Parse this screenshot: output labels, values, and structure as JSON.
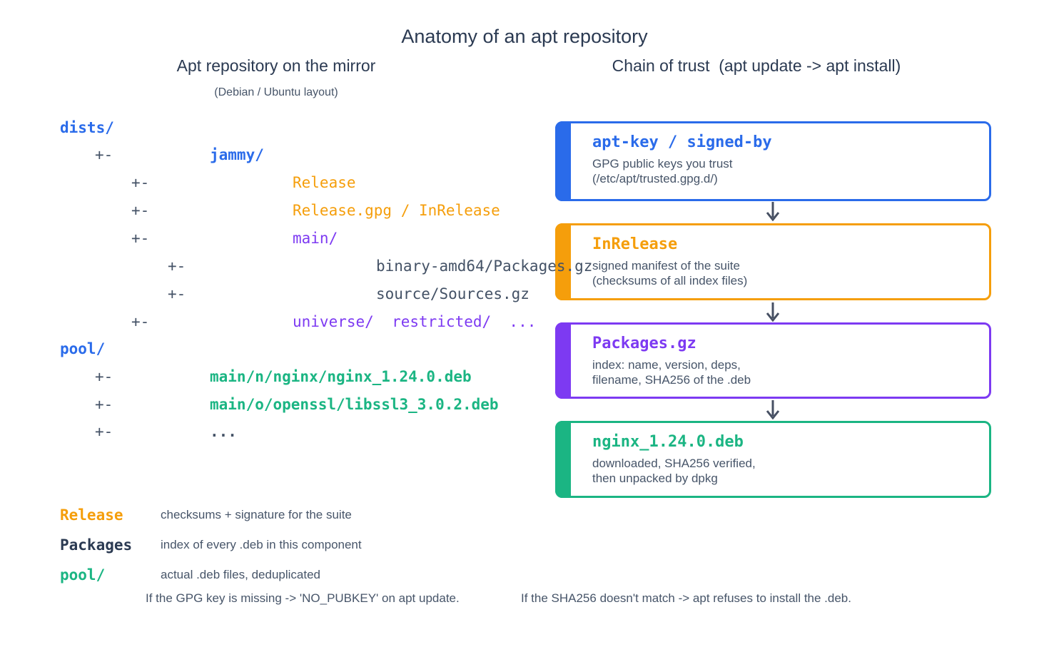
{
  "title": "Anatomy of an apt repository",
  "colors": {
    "blue": "#2a6bea",
    "orange": "#f59e0b",
    "purple": "#7d3af2",
    "green": "#1bb583",
    "ink": "#2b3a52",
    "slate": "#475569",
    "treedark": "#445266",
    "arrow": "#475063"
  },
  "left": {
    "heading": "Apt repository on the mirror",
    "subheading": "(Debian / Ubuntu layout)",
    "tree": {
      "rows": [
        {
          "prefix": "",
          "label": "dists/"
        },
        {
          "prefix": "+-",
          "label": "jammy/"
        },
        {
          "prefix": "+-",
          "label": "Release"
        },
        {
          "prefix": "+-",
          "label": "Release.gpg / InRelease"
        },
        {
          "prefix": "+-",
          "label": "main/"
        },
        {
          "prefix": "+-",
          "label": "binary-amd64/Packages.gz"
        },
        {
          "prefix": "+-",
          "label": "source/Sources.gz"
        },
        {
          "prefix": "+-",
          "label": "universe/  restricted/  ..."
        },
        {
          "prefix": "",
          "label": "pool/"
        },
        {
          "prefix": "+-",
          "label": "main/n/nginx/nginx_1.24.0.deb"
        },
        {
          "prefix": "+-",
          "label": "main/o/openssl/libssl3_3.0.2.deb"
        },
        {
          "prefix": "+-",
          "label": "..."
        }
      ]
    }
  },
  "right": {
    "heading": "Chain of trust  (apt update -> apt install)",
    "boxes": [
      {
        "title": "apt-key / signed-by",
        "desc1": "GPG public keys you trust",
        "desc2": "(/etc/apt/trusted.gpg.d/)"
      },
      {
        "title": "InRelease",
        "desc1": "signed manifest of the suite",
        "desc2": "(checksums of all index files)"
      },
      {
        "title": "Packages.gz",
        "desc1": "index: name, version, deps,",
        "desc2": "filename, SHA256 of the .deb"
      },
      {
        "title": "nginx_1.24.0.deb",
        "desc1": "downloaded, SHA256 verified,",
        "desc2": "then unpacked by dpkg"
      }
    ]
  },
  "legend": [
    {
      "term": "Release",
      "desc": "checksums + signature for the suite"
    },
    {
      "term": "Packages",
      "desc": "index of every .deb in this component"
    },
    {
      "term": "pool/",
      "desc": "actual .deb files, deduplicated"
    }
  ],
  "footnote": {
    "left": "If the GPG key is missing -> 'NO_PUBKEY' on apt update.",
    "right": "If the SHA256 doesn't match -> apt refuses to install the .deb."
  }
}
